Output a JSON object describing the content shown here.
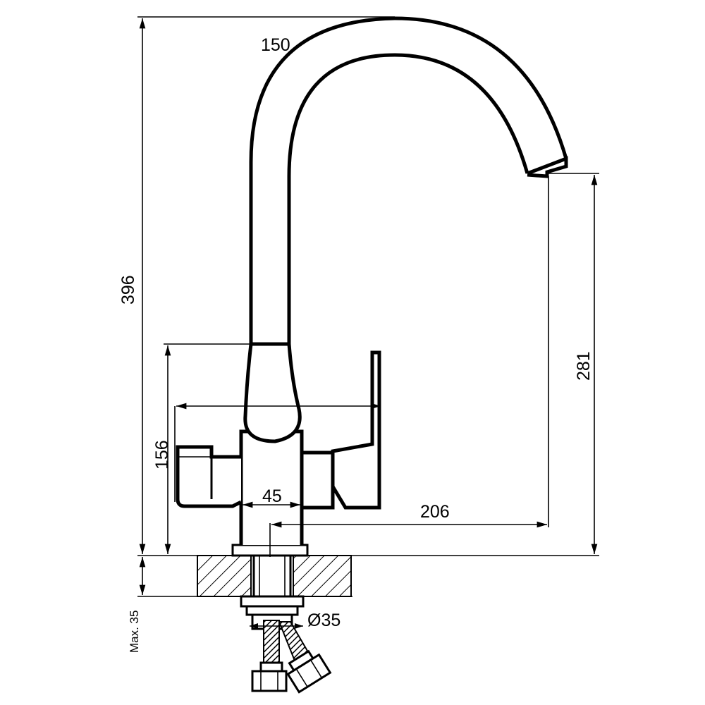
{
  "dimensions": {
    "total_height": "396",
    "spout_reach_top": "150",
    "spout_height": "281",
    "body_height": "156",
    "body_width": "45",
    "spout_reach": "206",
    "hole_diameter": "Ø35",
    "max_counter_thickness": "Max. 35"
  },
  "colors": {
    "line": "#000000",
    "background": "#ffffff"
  }
}
